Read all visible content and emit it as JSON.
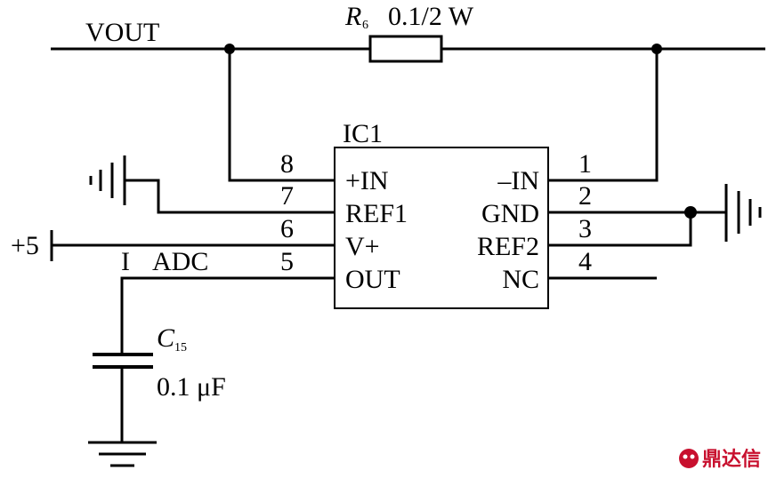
{
  "labels": {
    "vout": "VOUT",
    "r6_letter": "R",
    "r6_sub": "6",
    "r6_value": "0.1/2 W",
    "ic": "IC1",
    "plus5": "+5",
    "i_mark": "I",
    "adc": "ADC",
    "c15_letter": "C",
    "c15_sub": "15",
    "c15_value": "0.1 μF"
  },
  "pins_left": [
    {
      "num": "8",
      "name": "+IN"
    },
    {
      "num": "7",
      "name": "REF1"
    },
    {
      "num": "6",
      "name": "V+"
    },
    {
      "num": "5",
      "name": "OUT"
    }
  ],
  "pins_right": [
    {
      "num": "1",
      "name": "–IN"
    },
    {
      "num": "2",
      "name": "GND"
    },
    {
      "num": "3",
      "name": "REF2"
    },
    {
      "num": "4",
      "name": "NC"
    }
  ],
  "watermark": {
    "text": "鼎达信",
    "color": "#c8102e"
  }
}
